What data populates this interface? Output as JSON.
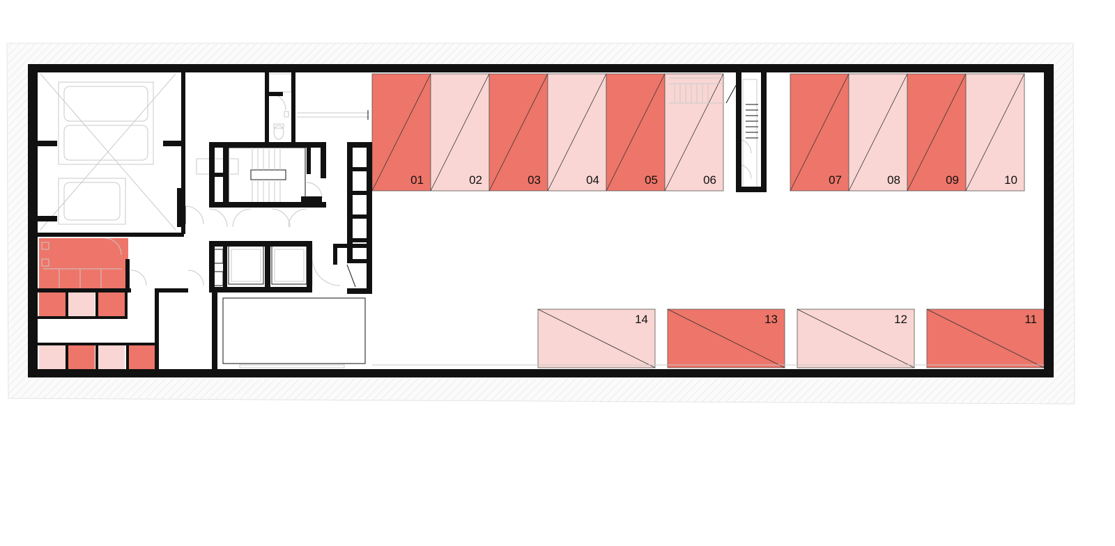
{
  "colors": {
    "dark": "#ee7569",
    "light": "#f9d6d3",
    "wall": "#111111",
    "hatch": "#f3f3f3"
  },
  "top_spaces": [
    {
      "label": "01",
      "shade": "dark"
    },
    {
      "label": "02",
      "shade": "light"
    },
    {
      "label": "03",
      "shade": "dark"
    },
    {
      "label": "04",
      "shade": "light"
    },
    {
      "label": "05",
      "shade": "dark"
    },
    {
      "label": "06",
      "shade": "light"
    },
    {
      "label": "07",
      "shade": "dark"
    },
    {
      "label": "08",
      "shade": "light"
    },
    {
      "label": "09",
      "shade": "dark"
    },
    {
      "label": "10",
      "shade": "light"
    }
  ],
  "bottom_spaces": [
    {
      "label": "14",
      "shade": "light"
    },
    {
      "label": "13",
      "shade": "dark"
    },
    {
      "label": "12",
      "shade": "light"
    },
    {
      "label": "11",
      "shade": "dark"
    }
  ]
}
